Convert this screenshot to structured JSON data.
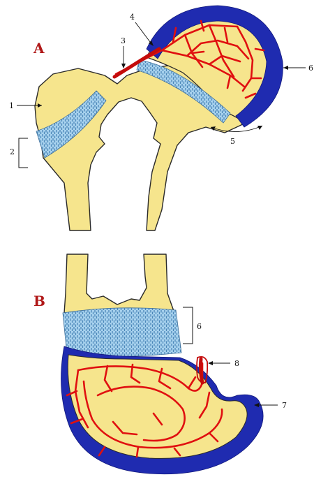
{
  "panels": [
    {
      "id": "A",
      "label": "A"
    },
    {
      "id": "B",
      "label": "B"
    }
  ],
  "callouts": [
    {
      "key": "c1",
      "label": "1"
    },
    {
      "key": "c2",
      "label": "2"
    },
    {
      "key": "c3",
      "label": "3"
    },
    {
      "key": "c4",
      "label": "4"
    },
    {
      "key": "c5",
      "label": "5"
    },
    {
      "key": "c6a",
      "label": "6"
    },
    {
      "key": "c6b",
      "label": "6"
    },
    {
      "key": "c7",
      "label": "7"
    },
    {
      "key": "c8",
      "label": "8"
    }
  ],
  "colors": {
    "bone": "#f6e58d",
    "cartilage": "#1f2bb0",
    "growth_plate": "#8fc3e8",
    "vessel": "#e01010",
    "outline": "#2a2a2a",
    "panel_label": "#b01818"
  }
}
